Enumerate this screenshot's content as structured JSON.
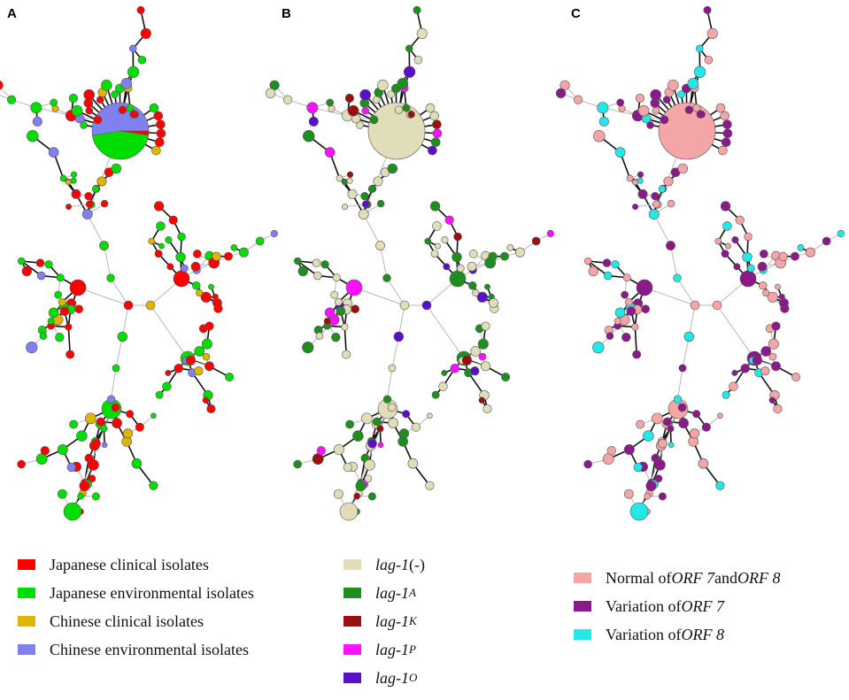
{
  "panels": [
    {
      "letter": "A",
      "legend": [
        {
          "label": "Japanese clinical isolates",
          "color": "#ff0000"
        },
        {
          "label": "Japanese environmental isolates",
          "color": "#00dd00"
        },
        {
          "label": "Chinese clinical isolates",
          "color": "#e0b400"
        },
        {
          "label": "Chinese environmental isolates",
          "color": "#8080f0"
        }
      ]
    },
    {
      "letter": "B",
      "legend": [
        {
          "name": "lag-1",
          "sup": "",
          "suffix": " (-)",
          "color": "#e0ddb8"
        },
        {
          "name": "lag-1",
          "sup": "A",
          "suffix": "",
          "color": "#1e8f1e"
        },
        {
          "name": "lag-1",
          "sup": "K",
          "suffix": "",
          "color": "#9a1010"
        },
        {
          "name": "lag-1",
          "sup": "P",
          "suffix": "",
          "color": "#ff10ff"
        },
        {
          "name": "lag-1",
          "sup": "O",
          "suffix": "",
          "color": "#5a10c8"
        }
      ]
    },
    {
      "letter": "C",
      "legend": [
        {
          "pre": "Normal of ",
          "i1": "ORF 7",
          "mid": " and ",
          "i2": "ORF 8",
          "color": "#f4a6a6"
        },
        {
          "pre": "Variation of ",
          "i1": "ORF 7",
          "mid": "",
          "i2": "",
          "color": "#8a1a8a"
        },
        {
          "pre": "Variation of ",
          "i1": "ORF 8",
          "mid": "",
          "i2": "",
          "color": "#22e8e8"
        }
      ]
    }
  ],
  "colors": {
    "edge_light": "#b8b8b8",
    "edge_dark": "#111111",
    "node_border": "#555555"
  }
}
